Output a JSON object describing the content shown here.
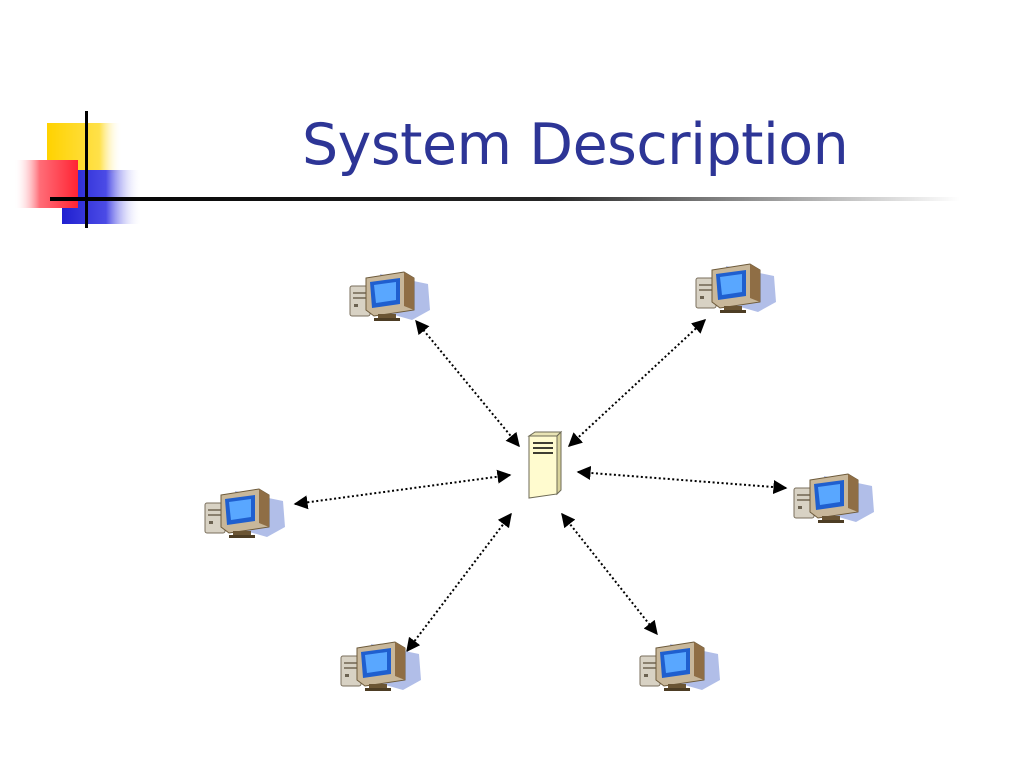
{
  "slide": {
    "title": "System Description"
  },
  "theme": {
    "title_color": "#2d3596",
    "accent_yellow": "#ffd200",
    "accent_red": "#ff3b4a",
    "accent_blue": "#2828d8",
    "rule_color": "#000000"
  },
  "diagram": {
    "topology": "star",
    "hub": {
      "icon": "server-tower-icon"
    },
    "nodes": [
      {
        "id": "pc-top-left",
        "icon": "desktop-computer-icon"
      },
      {
        "id": "pc-top-right",
        "icon": "desktop-computer-icon"
      },
      {
        "id": "pc-left",
        "icon": "desktop-computer-icon"
      },
      {
        "id": "pc-right",
        "icon": "desktop-computer-icon"
      },
      {
        "id": "pc-bottom-left",
        "icon": "desktop-computer-icon"
      },
      {
        "id": "pc-bottom-right",
        "icon": "desktop-computer-icon"
      }
    ],
    "links": [
      {
        "from": "hub",
        "to": "pc-top-left",
        "style": "dotted",
        "arrows": "both"
      },
      {
        "from": "hub",
        "to": "pc-top-right",
        "style": "dotted",
        "arrows": "both"
      },
      {
        "from": "hub",
        "to": "pc-left",
        "style": "dotted",
        "arrows": "both"
      },
      {
        "from": "hub",
        "to": "pc-right",
        "style": "dotted",
        "arrows": "both"
      },
      {
        "from": "hub",
        "to": "pc-bottom-left",
        "style": "dotted",
        "arrows": "both"
      },
      {
        "from": "hub",
        "to": "pc-bottom-right",
        "style": "dotted",
        "arrows": "both"
      }
    ]
  }
}
